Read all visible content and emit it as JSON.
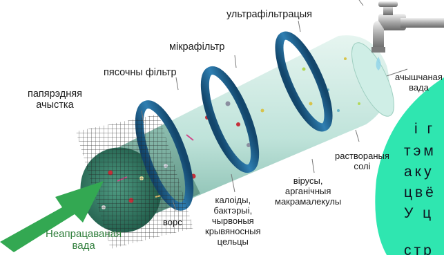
{
  "diagram": {
    "labels": {
      "raw_water": [
        "Неапрацаваная",
        "вада"
      ],
      "pretreatment": [
        "папярэдняя",
        "ачыстка"
      ],
      "sand_filter": [
        "пясочны фільтр"
      ],
      "microfilter": [
        "мікрафільтр"
      ],
      "ultrafiltration": [
        "ультрафільтрацыя"
      ],
      "clean_water": [
        "ачышчаная",
        "вада"
      ],
      "lint": [
        "ворс"
      ],
      "colloids": [
        "калоіды,",
        "бактэрыі,",
        "чырвоныя",
        "крывяносныя",
        "цельцы"
      ],
      "viruses": [
        "вірусы,",
        "арганічныя",
        "макрамалекулы"
      ],
      "salts": [
        "раствораныя",
        "солі"
      ]
    },
    "overlay_text": [
      "і г",
      "тэм",
      "аку",
      "цвё",
      "У ц",
      "стр"
    ],
    "colors": {
      "cylinder": "#bfe3da",
      "cylinder_dark": "#2f6e5d",
      "ring": "#1f5e8a",
      "arrow": "#33a852",
      "green_text": "#2e7d3a",
      "overlay": "#2fe6b0"
    },
    "icons": [
      "faucet-icon",
      "water-drop-icon",
      "mesh-grid-icon",
      "arrow-icon"
    ]
  }
}
